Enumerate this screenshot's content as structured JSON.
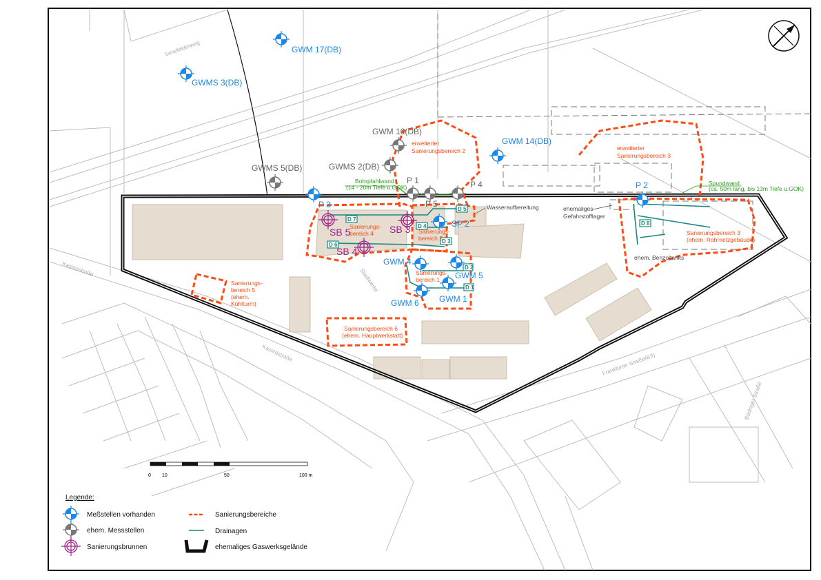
{
  "map": {
    "streets": [
      "Senefelderweg",
      "Kasinostraße",
      "Kasinostraße",
      "Frankfurter Straße(B3)",
      "Büdinger Straße",
      "Stadtwerke"
    ],
    "existing_wells": [
      "GWM 17(DB)",
      "GWMS 3(DB)",
      "GWM 14(DB)",
      "P 3",
      "SP 2",
      "GWM 4",
      "GWM 5",
      "GWM 1",
      "GWM 6",
      "P 2"
    ],
    "former_wells": [
      "GWM 16(DB)",
      "GWMS 2(DB)",
      "GWMS 5(DB)",
      "P 1",
      "P 4",
      "P 5"
    ],
    "remediation_wells": [
      "SB 5",
      "SB 3",
      "SB 4"
    ],
    "drainages": [
      "D 1",
      "D 2",
      "D 3",
      "D 4",
      "D 5",
      "D 6",
      "D 7",
      "D 8"
    ],
    "areas": {
      "ext2": [
        "erweiterter",
        "Sanierungsbereich 2"
      ],
      "ext3": [
        "erweiterter",
        "Sanierungsbereich 3"
      ],
      "a1": [
        "Sanierungs-",
        "bereich 1"
      ],
      "a2": [
        "Sanierungs-",
        "bereich 2"
      ],
      "a3": [
        "Sanierungsbereich 3",
        "(ehem. Rohrnetzgebäude)"
      ],
      "a4": [
        "Sanierungs-",
        "bereich 4"
      ],
      "a5": [
        "Sanierungs-",
        "bereich 5",
        "(ehem.",
        "Kühlturm)"
      ],
      "a6": [
        "Sanierungsbereich 6",
        "(ehem. Hauptwerkstatt)"
      ]
    },
    "annotations": {
      "bohrpfahlwand": "Bohrpfahlwand",
      "bohrpfahlwand_note": "(14 - 20m Tiefe u.GOK)",
      "spundwand": "Spundwand",
      "spundwand_note": "(ca. 50m lang, bis 13m Tiefe u.GOK)",
      "wasser": "Wasseraufbereitung",
      "gefahr": [
        "ehemaliges",
        "Gefahrstofflager"
      ],
      "benzol": "ehem. Benzoltanks"
    }
  },
  "scale": {
    "ticks": [
      "0",
      "10",
      "50",
      "100 m"
    ]
  },
  "legend": {
    "title": "Legende:",
    "items": [
      "Meßstellen vorhanden",
      "ehem. Messstellen",
      "Sanierungsbrunnen",
      "Sanierungsbereiche",
      "Drainagen",
      "ehemaliges Gaswerksgelände"
    ]
  },
  "colors": {
    "existing": "#1e88e5",
    "former": "#777777",
    "remediation": "#a0208a",
    "area": "#ff4a12",
    "drain": "#17897f"
  }
}
